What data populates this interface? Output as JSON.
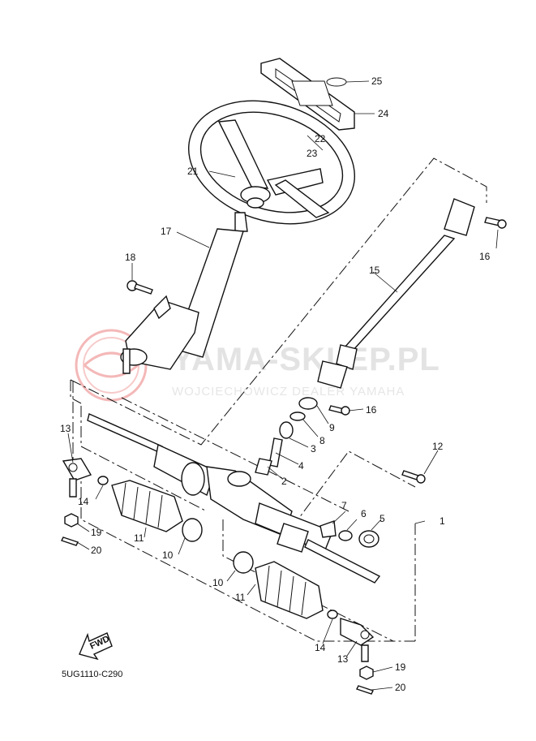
{
  "diagram": {
    "code": "5UG1110-C290",
    "fwd_label": "FWD",
    "watermark": {
      "main": "YAMA-SKLEP.PL",
      "sub": "WOJCIECHOWICZ DEALER YAMAHA"
    },
    "callouts": {
      "c1": "1",
      "c2": "2",
      "c3": "3",
      "c4": "4",
      "c5": "5",
      "c6": "6",
      "c7": "7",
      "c8": "8",
      "c9": "9",
      "c10a": "10",
      "c10b": "10",
      "c11a": "11",
      "c11b": "11",
      "c12": "12",
      "c13a": "13",
      "c13b": "13",
      "c14a": "14",
      "c14b": "14",
      "c15": "15",
      "c16a": "16",
      "c16b": "16",
      "c17": "17",
      "c18": "18",
      "c19a": "19",
      "c19b": "19",
      "c20a": "20",
      "c20b": "20",
      "c21": "21",
      "c22": "22",
      "c23": "23",
      "c24": "24",
      "c25": "25"
    },
    "colors": {
      "line": "#111111",
      "background": "#ffffff",
      "watermark": "#e3e3e3",
      "logo": "#f4b8b8"
    }
  }
}
